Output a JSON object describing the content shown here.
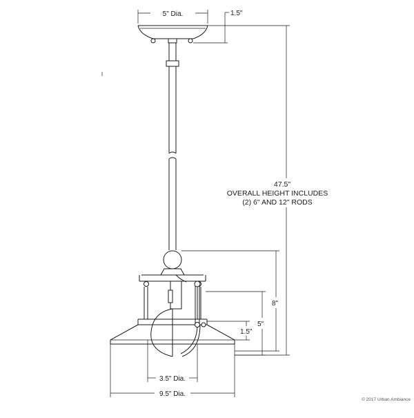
{
  "diagram": {
    "dimensions": {
      "canopy_diameter": "5\" Dia.",
      "canopy_height": "1.5\"",
      "overall_height": "47.5\"",
      "overall_note_line1": "OVERALL HEIGHT INCLUDES",
      "overall_note_line2": "(2) 6\" AND 12\" RODS",
      "fixture_height": "8\"",
      "cage_height": "5\"",
      "bulb_height": "1.5\"",
      "socket_diameter": "3.5\" Dia.",
      "shade_diameter": "9.5\" Dia."
    },
    "copyright": "© 2017 Urban Ambiance",
    "colors": {
      "line": "#1a1a1a",
      "background": "#ffffff"
    }
  }
}
